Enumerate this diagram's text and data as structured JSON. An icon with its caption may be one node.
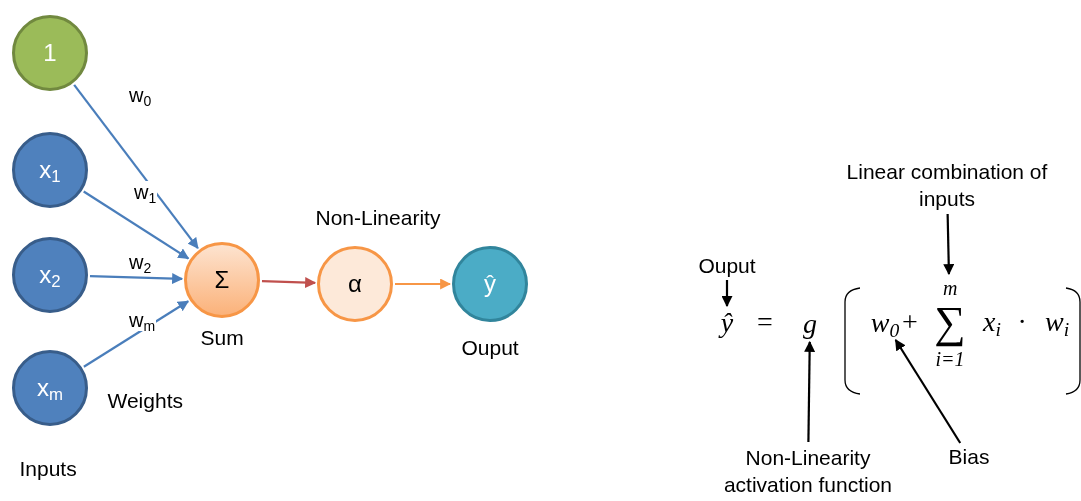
{
  "diagram": {
    "nodes": [
      {
        "text": [
          "1"
        ]
      },
      {
        "text": [
          "x$_{1}$"
        ]
      },
      {
        "text": [
          "x$_{2}$"
        ]
      },
      {
        "text": [
          "x$_{m}$"
        ]
      },
      {
        "text": [
          "Σ"
        ],
        "beside": [
          "Sum"
        ]
      },
      {
        "text": [
          "α"
        ],
        "beside": [
          "Non-Linearity"
        ]
      },
      {
        "text": [
          "ŷ"
        ],
        "beside": [
          "Ouput"
        ]
      },
      {
        "text": [
          "Linear combination of inputs"
        ]
      },
      {
        "text": [
          "Ouput"
        ]
      },
      {
        "text": [
          "ŷ"
        ]
      },
      {
        "text": [
          "g"
        ]
      },
      {
        "text": [
          "w$_{0}$"
        ]
      },
      {
        "text": [
          "∑"
        ],
        "beside": [
          "m",
          "i=1"
        ]
      },
      {
        "text": [
          "Non-Linearity activation function"
        ]
      },
      {
        "text": [
          "Bias"
        ]
      }
    ],
    "edges": [
      {
        "from": 0,
        "to": 4,
        "arrow": "to",
        "label": "w$_{0}$"
      },
      {
        "from": 1,
        "to": 4,
        "arrow": "to",
        "label": "w$_{1}$"
      },
      {
        "from": 2,
        "to": 4,
        "arrow": "to",
        "label": "w$_{2}$"
      },
      {
        "from": 3,
        "to": 4,
        "arrow": "to",
        "label": "w$_{m}$"
      },
      {
        "from": 4,
        "to": 5,
        "arrow": "to",
        "color": "#c0504d"
      },
      {
        "from": 5,
        "to": 6,
        "arrow": "to",
        "color": "#f79646"
      },
      {
        "from": 7,
        "to": 12,
        "arrow": "to",
        "color": "#000000"
      },
      {
        "from": 8,
        "to": 9,
        "arrow": "to",
        "color": "#000000"
      },
      {
        "from": 13,
        "to": 10,
        "arrow": "to",
        "color": "#000000"
      },
      {
        "from": 14,
        "to": 11,
        "arrow": "to",
        "color": "#000000"
      }
    ],
    "labels": [
      "Weights",
      "Inputs",
      "=",
      "+",
      "x$_{i}$",
      "·",
      "w$_{i}$"
    ]
  }
}
